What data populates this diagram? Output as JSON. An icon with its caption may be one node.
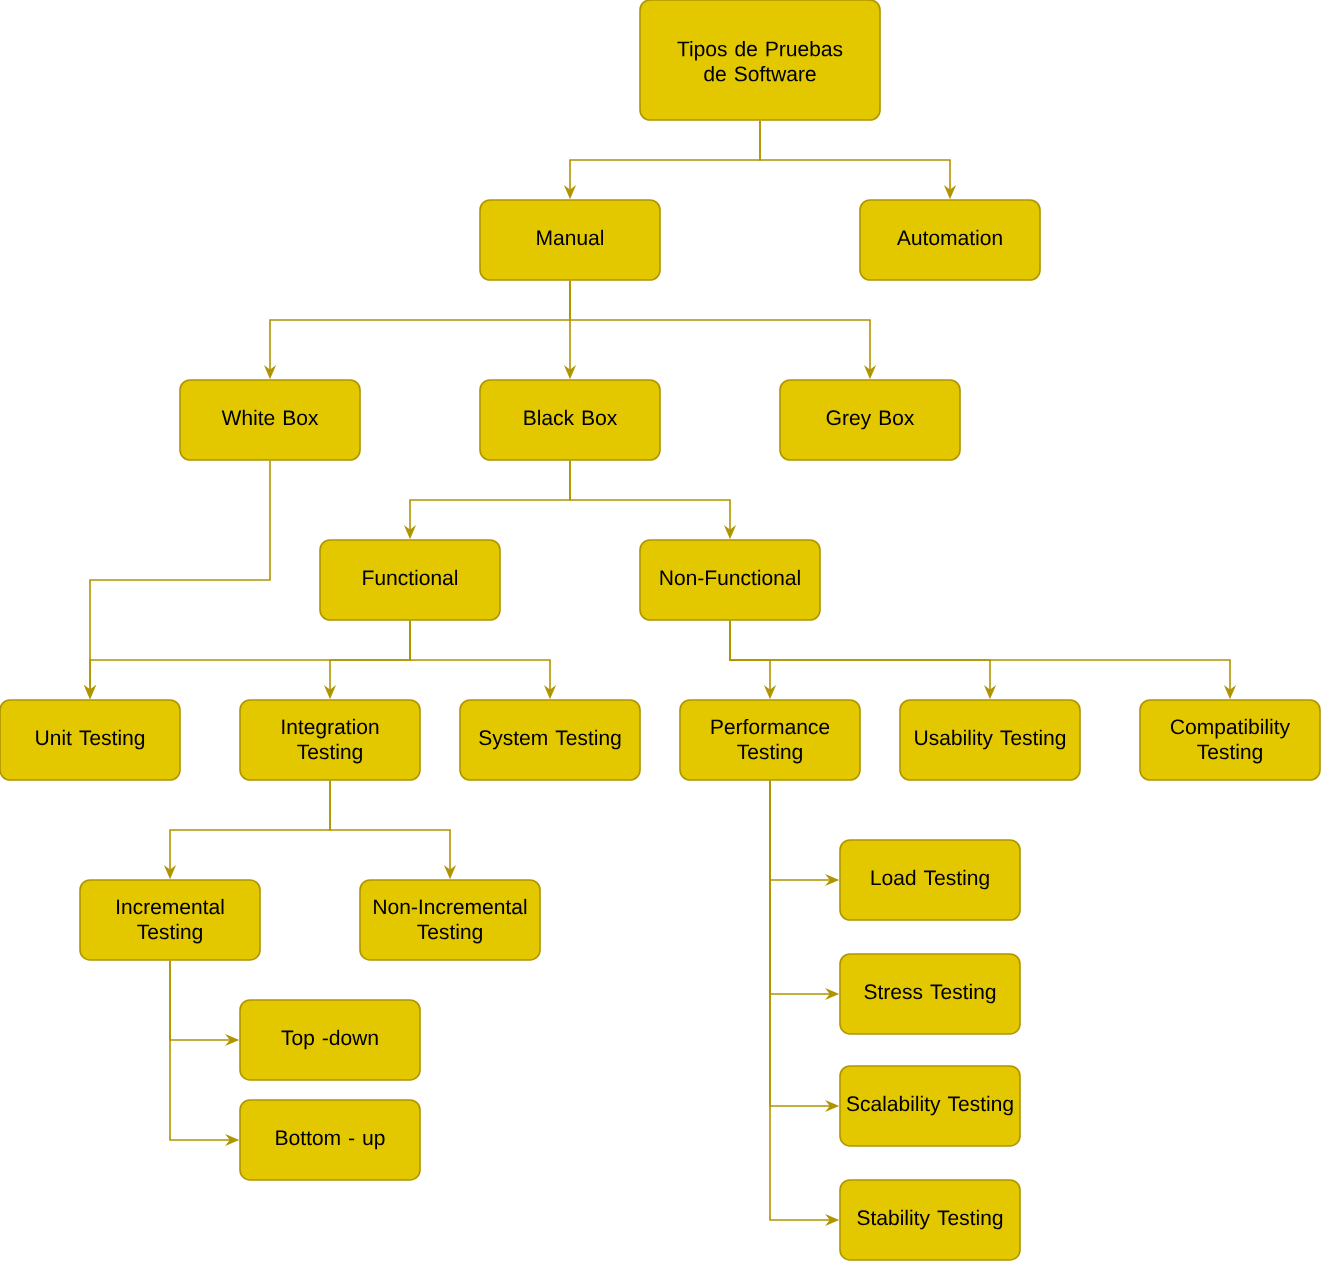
{
  "diagram": {
    "nodes": [
      {
        "text": [
          "Tipos de Pruebas de Software"
        ]
      },
      {
        "text": [
          "Manual"
        ]
      },
      {
        "text": [
          "Automation"
        ]
      },
      {
        "text": [
          "White Box"
        ]
      },
      {
        "text": [
          "Black Box"
        ]
      },
      {
        "text": [
          "Grey Box"
        ]
      },
      {
        "text": [
          "Functional"
        ]
      },
      {
        "text": [
          "Non-Functional"
        ]
      },
      {
        "text": [
          "Unit Testing"
        ]
      },
      {
        "text": [
          "Integration Testing"
        ]
      },
      {
        "text": [
          "System Testing"
        ]
      },
      {
        "text": [
          "Performance Testing"
        ]
      },
      {
        "text": [
          "Usability Testing"
        ]
      },
      {
        "text": [
          "Compatibility Testing"
        ]
      },
      {
        "text": [
          "Incremental Testing"
        ]
      },
      {
        "text": [
          "Non-Incremental Testing"
        ]
      },
      {
        "text": [
          "Top -down"
        ]
      },
      {
        "text": [
          "Bottom - up"
        ]
      },
      {
        "text": [
          "Load Testing"
        ]
      },
      {
        "text": [
          "Stress Testing"
        ]
      },
      {
        "text": [
          "Scalability Testing"
        ]
      },
      {
        "text": [
          "Stability Testing"
        ]
      }
    ],
    "edges": [
      {
        "from": 0,
        "to": 1,
        "arrow": "to"
      },
      {
        "from": 0,
        "to": 2,
        "arrow": "to"
      },
      {
        "from": 1,
        "to": 3,
        "arrow": "to"
      },
      {
        "from": 1,
        "to": 4,
        "arrow": "to"
      },
      {
        "from": 1,
        "to": 5,
        "arrow": "to"
      },
      {
        "from": 3,
        "to": 8,
        "arrow": "to"
      },
      {
        "from": 4,
        "to": 6,
        "arrow": "to"
      },
      {
        "from": 4,
        "to": 7,
        "arrow": "to"
      },
      {
        "from": 6,
        "to": 8,
        "arrow": "to"
      },
      {
        "from": 6,
        "to": 9,
        "arrow": "to"
      },
      {
        "from": 6,
        "to": 10,
        "arrow": "to"
      },
      {
        "from": 7,
        "to": 11,
        "arrow": "to"
      },
      {
        "from": 7,
        "to": 12,
        "arrow": "to"
      },
      {
        "from": 7,
        "to": 13,
        "arrow": "to"
      },
      {
        "from": 9,
        "to": 14,
        "arrow": "to"
      },
      {
        "from": 9,
        "to": 15,
        "arrow": "to"
      },
      {
        "from": 14,
        "to": 16,
        "arrow": "to"
      },
      {
        "from": 14,
        "to": 17,
        "arrow": "to"
      },
      {
        "from": 11,
        "to": 18,
        "arrow": "to"
      },
      {
        "from": 11,
        "to": 19,
        "arrow": "to"
      },
      {
        "from": 11,
        "to": 20,
        "arrow": "to"
      },
      {
        "from": 11,
        "to": 21,
        "arrow": "to"
      }
    ]
  }
}
